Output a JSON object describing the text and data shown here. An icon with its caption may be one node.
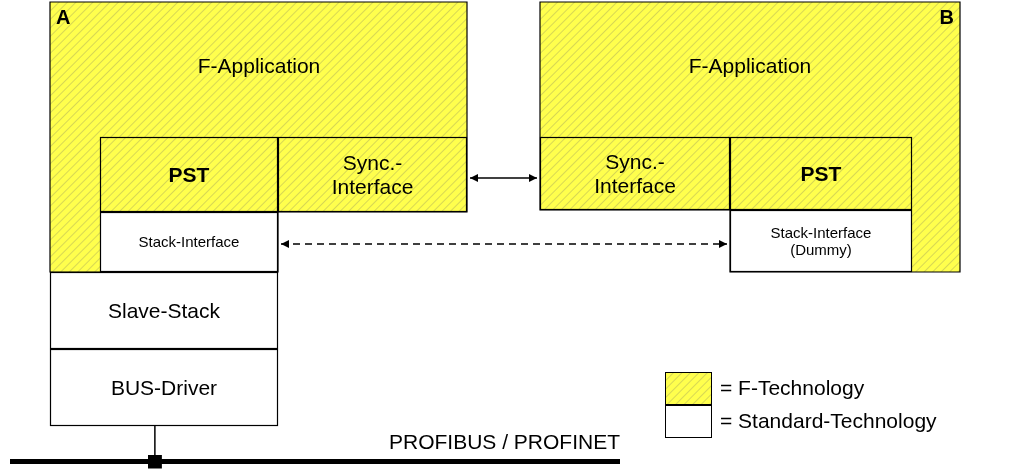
{
  "diagram": {
    "nodes": [
      {
        "text": [
          "A",
          "F-Application"
        ]
      },
      {
        "text": [
          "PST"
        ],
        "in": 0
      },
      {
        "text": [
          "Sync.-Interface"
        ],
        "in": 0
      },
      {
        "text": [
          "Stack-Interface"
        ],
        "in": 0
      },
      {
        "text": [
          "Slave-Stack"
        ]
      },
      {
        "text": [
          "BUS-Driver"
        ]
      },
      {
        "text": [
          "B",
          "F-Application"
        ]
      },
      {
        "text": [
          "Sync.-Interface"
        ],
        "in": 6
      },
      {
        "text": [
          "PST"
        ],
        "in": 6
      },
      {
        "text": [
          "Stack-Interface (Dummy)"
        ],
        "in": 6
      },
      {
        "text": [
          "PROFIBUS / PROFINET"
        ]
      }
    ],
    "edges": [
      {
        "from": 2,
        "to": 7,
        "arrow": "both"
      },
      {
        "from": 3,
        "to": 9,
        "arrow": "both",
        "style": "dashed"
      },
      {
        "from": 5,
        "to": 10,
        "arrow": "other"
      }
    ],
    "legend": [
      {
        "text": "= F-Technology",
        "color": "#ffff4d"
      },
      {
        "text": "= Standard-Technology"
      }
    ]
  }
}
